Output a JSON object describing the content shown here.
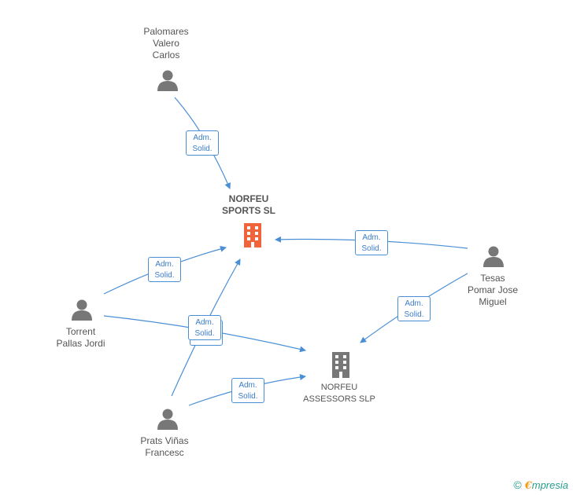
{
  "nodes": {
    "palomares": {
      "label": "Palomares\nValero\nCarlos"
    },
    "norfeu_sports": {
      "label": "NORFEU\nSPORTS SL"
    },
    "tesas": {
      "label": "Tesas\nPomar Jose\nMiguel"
    },
    "torrent": {
      "label": "Torrent\nPallas Jordi"
    },
    "prats": {
      "label": "Prats Viñas\nFrancesc"
    },
    "norfeu_assessors": {
      "label": "NORFEU\nASSESSORS SLP"
    }
  },
  "edge_labels": {
    "palomares_sports": "Adm.\nSolid.",
    "tesas_sports": "Adm.\nSolid.",
    "torrent_sports": "Adm.\nSolid.",
    "tesas_assessors": "Adm.\nSolid.",
    "torrent_prats_mid": "Adm.\nSolid.",
    "prats_assessors": "Adm.\nSolid."
  },
  "colors": {
    "edge": "#4a8fd6",
    "person_icon": "#777777",
    "company_main_icon": "#f0643c",
    "company_icon": "#777777"
  },
  "footer": {
    "copyright": "©",
    "brand_e": "€",
    "brand_rest": "mpresia"
  }
}
